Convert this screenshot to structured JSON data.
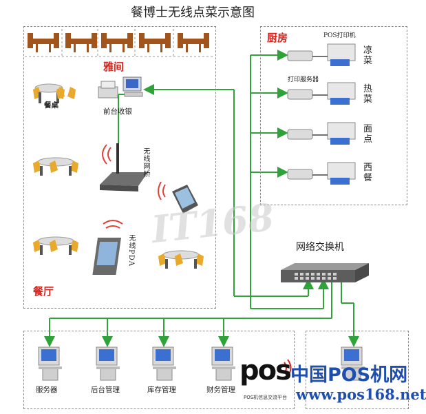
{
  "title": "餐博士无线点菜示意图",
  "zones": {
    "yajian": "雅间",
    "canting": "餐厅",
    "chufang": "厨房"
  },
  "labels": {
    "table": "餐桌",
    "cashier": "前台收银",
    "bridge": "无线网桥",
    "pda": "无线PDA",
    "pos_printer": "POS打印机",
    "print_server": "打印服务器",
    "switch": "网络交换机",
    "server": "服务器",
    "backend": "后台管理",
    "inventory": "库存管理",
    "finance": "财务管理"
  },
  "kitchen_stations": [
    "凉菜",
    "热菜",
    "面点",
    "西餐"
  ],
  "watermark": "IT168",
  "brand": {
    "logo": "pos",
    "name": "中国POS机网",
    "url": "www.pos168.net",
    "tagline": "POS机信息交流平台"
  },
  "colors": {
    "connector": "#2fa33a",
    "zone_label": "#d8231c",
    "brand_blue": "#1e4fb0"
  }
}
